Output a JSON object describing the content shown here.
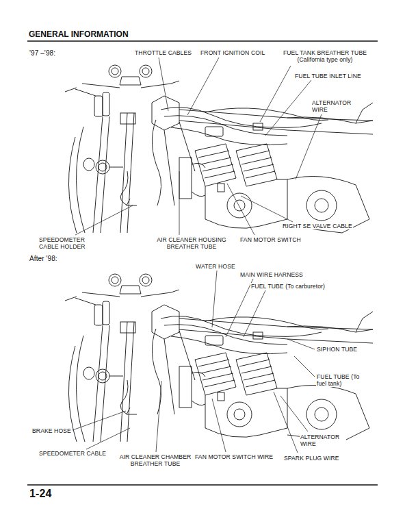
{
  "diagram": {
    "title": "GENERAL INFORMATION",
    "labels": [
      "'97 –'98:",
      "THROTTLE CABLES",
      "FRONT IGNITION COIL",
      "FUEL TANK BREATHER TUBE (California type only)",
      "FUEL TUBE INLET LINE",
      "ALTERNATOR WIRE",
      "RIGHT SE VALVE CABLE",
      "FAN MOTOR SWITCH",
      "AIR CLEANER HOUSING BREATHER TUBE",
      "SPEEDOMETER CABLE HOLDER",
      "After '98:",
      "WATER HOSE",
      "MAIN WIRE HARNESS",
      "FUEL TUBE (To carburetor)",
      "SIPHON TUBE",
      "FUEL TUBE (To fuel tank)",
      "ALTERNATOR WIRE",
      "SPARK PLUG WIRE",
      "FAN MOTOR SWITCH WIRE",
      "AIR CLEANER CHAMBER BREATHER TUBE",
      "SPEEDOMETER CABLE",
      "BRAKE HOSE",
      "1-24"
    ]
  }
}
